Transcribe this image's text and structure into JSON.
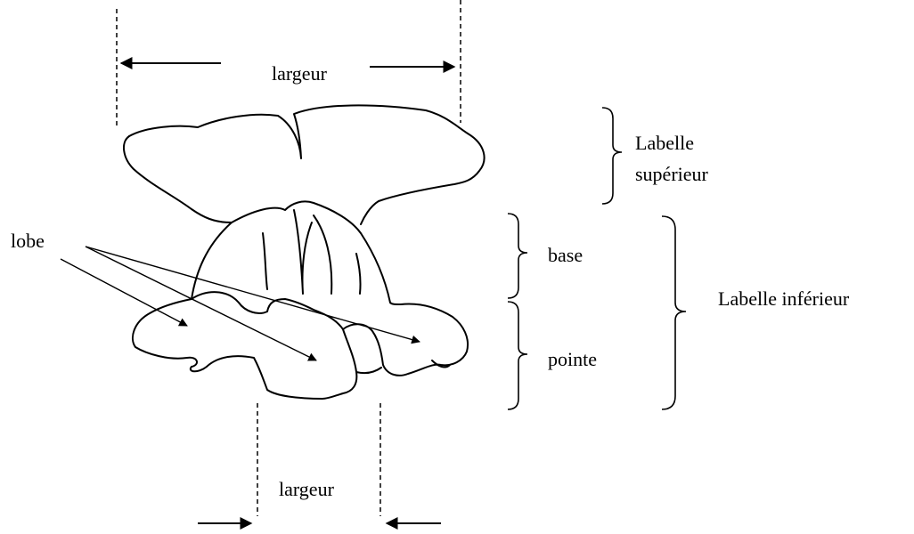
{
  "labels": {
    "largeur_top": "largeur",
    "largeur_bottom": "largeur",
    "labelle_superieur_line1": "Labelle",
    "labelle_superieur_line2": "supérieur",
    "base": "base",
    "pointe": "pointe",
    "labelle_inferieur": "Labelle inférieur",
    "lobe": "lobe"
  },
  "colors": {
    "stroke": "#000000",
    "background": "#ffffff"
  }
}
